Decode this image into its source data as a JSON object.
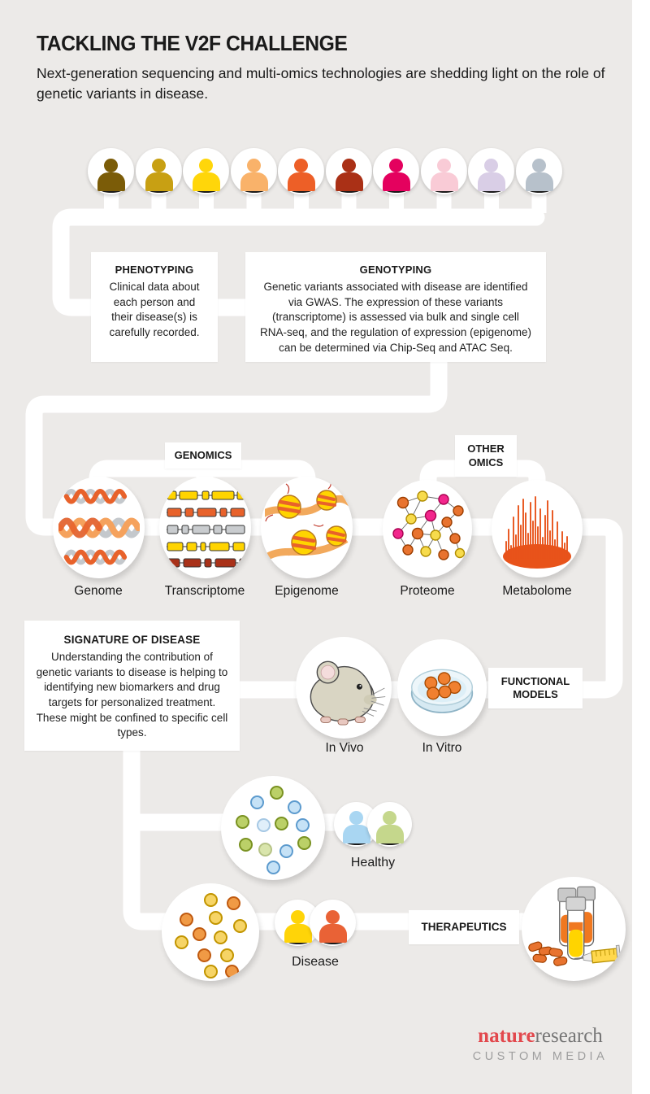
{
  "colors": {
    "background": "#ECEAE8",
    "connector_white": "#FFFFFF",
    "text_dark": "#1A1A1A",
    "nature_red": "#E2484D",
    "research_gray": "#767676"
  },
  "header": {
    "title": "TACKLING THE V2F CHALLENGE",
    "subtitle": "Next-generation sequencing and multi-omics technologies are shedding light on the role of genetic variants in disease."
  },
  "people": {
    "colors": [
      "#7B5C08",
      "#C8A013",
      "#FFD60A",
      "#F9B26A",
      "#ED5F27",
      "#AA3016",
      "#E4015E",
      "#F9CBD6",
      "#D9CEE6",
      "#B7C1CB"
    ]
  },
  "phenotyping": {
    "title": "PHENOTYPING",
    "body": "Clinical data about each person and their disease(s) is carefully recorded."
  },
  "genotyping": {
    "title": "GENOTYPING",
    "body": "Genetic variants associated with disease are identified via GWAS. The expression of these variants (transcriptome) is assessed via bulk and single cell RNA-seq, and the regulation of expression (epigenome) can be determined via Chip-Seq and ATAC Seq."
  },
  "omics": {
    "genomics_label": "GENOMICS",
    "other_label": "OTHER OMICS",
    "items": [
      "Genome",
      "Transcriptome",
      "Epigenome",
      "Proteome",
      "Metabolome"
    ]
  },
  "signature": {
    "title": "SIGNATURE OF DISEASE",
    "body": "Understanding the contribution of genetic variants to disease is helping to identifying new biomarkers and drug targets for personalized treatment. These might be confined to specific cell types."
  },
  "functional": {
    "label": "FUNCTIONAL MODELS",
    "items": [
      "In Vivo",
      "In Vitro"
    ]
  },
  "cohorts": {
    "healthy": {
      "label": "Healthy",
      "person_colors": [
        "#A9D6F2",
        "#C5D78C"
      ]
    },
    "disease": {
      "label": "Disease",
      "person_colors": [
        "#FFD408",
        "#E96236"
      ]
    }
  },
  "therapeutics": {
    "label": "THERAPEUTICS"
  },
  "footer": {
    "brand_part1": "nature",
    "brand_part2": "research",
    "tagline": "CUSTOM MEDIA"
  }
}
